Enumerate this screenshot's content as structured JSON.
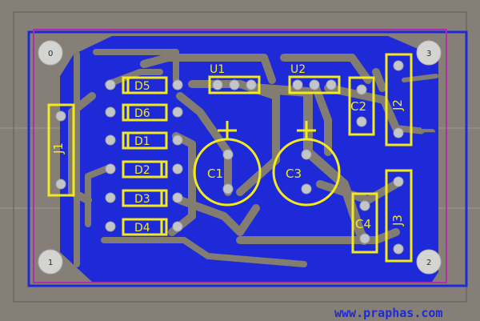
{
  "board": {
    "title_mirrored": "POWER SUPPLY",
    "website": "www.praphas.com"
  },
  "mounting_holes": [
    {
      "id": "mh-0",
      "label": "0"
    },
    {
      "id": "mh-1",
      "label": "1"
    },
    {
      "id": "mh-2",
      "label": "2"
    },
    {
      "id": "mh-3",
      "label": "3"
    }
  ],
  "diodes": [
    "D5",
    "D6",
    "D1",
    "D2",
    "D3",
    "D4"
  ],
  "regulators": [
    "U1",
    "U2"
  ],
  "capacitors": {
    "electrolytic": [
      "C1",
      "C3"
    ],
    "ceramic": [
      "C2",
      "C4"
    ]
  },
  "connectors": [
    "J1",
    "J2",
    "J3"
  ],
  "colors": {
    "background": "#857f77",
    "board_outline": "#b02fa8",
    "copper": "#1e2ad8",
    "silkscreen": "#f2ea1c",
    "pads": "#c3c5c8",
    "traces_cleared": "#837c70"
  }
}
